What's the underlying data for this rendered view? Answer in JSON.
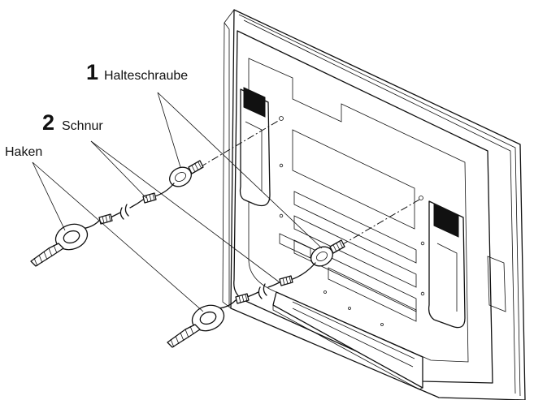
{
  "labels": {
    "bolt": {
      "number": "1",
      "text": "Halteschraube"
    },
    "cord": {
      "number": "2",
      "text": "Schnur"
    },
    "hook": {
      "text": "Haken"
    }
  }
}
